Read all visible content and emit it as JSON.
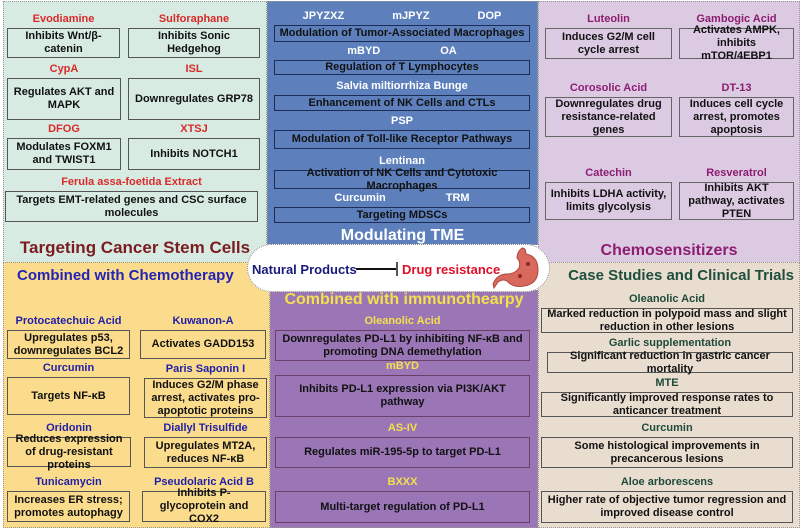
{
  "center": {
    "left_label": "Natural Products",
    "right_label": "Drug resistance",
    "inhibit_arrow_icon": "inhibition-arrow",
    "stomach_icon": "stomach"
  },
  "panels": {
    "csc": {
      "title": "Targeting Cancer Stem Cells",
      "colors": {
        "bg": "#d8ebe3",
        "label": "#d92a2a",
        "title": "#7a1c22"
      },
      "items": [
        {
          "names": [
            "Evodiamine"
          ],
          "effect": "Inhibits Wnt/β-catenin"
        },
        {
          "names": [
            "Sulforaphane"
          ],
          "effect": "Inhibits Sonic Hedgehog"
        },
        {
          "names": [
            "CypA"
          ],
          "effect": "Regulates AKT and MAPK"
        },
        {
          "names": [
            "ISL"
          ],
          "effect": "Downregulates GRP78"
        },
        {
          "names": [
            "DFOG"
          ],
          "effect": "Modulates FOXM1 and TWIST1"
        },
        {
          "names": [
            "XTSJ"
          ],
          "effect": "Inhibits NOTCH1"
        },
        {
          "names": [
            "Ferula assa-foetida Extract"
          ],
          "effect": "Targets EMT-related genes and CSC surface molecules"
        }
      ]
    },
    "tme": {
      "title": "Modulating TME",
      "colors": {
        "bg": "#5d80bd",
        "label": "#ffffff",
        "title": "#ffffff"
      },
      "items": [
        {
          "names": [
            "JPYZXZ",
            "mJPYZ",
            "DOP"
          ],
          "effect": "Modulation of Tumor-Associated Macrophages"
        },
        {
          "names": [
            "mBYD",
            "OA"
          ],
          "effect": "Regulation of T Lymphocytes"
        },
        {
          "names": [
            "Salvia miltiorrhiza Bunge"
          ],
          "effect": "Enhancement of NK Cells and CTLs"
        },
        {
          "names": [
            "PSP"
          ],
          "effect": "Modulation of Toll-like Receptor Pathways"
        },
        {
          "names": [
            "Lentinan"
          ],
          "effect": "Activation of NK Cells and Cytotoxic Macrophages"
        },
        {
          "names": [
            "Curcumin",
            "TRM"
          ],
          "effect": "Targeting MDSCs"
        }
      ]
    },
    "chemo_sens": {
      "title": "Chemosensitizers",
      "colors": {
        "bg": "#dccae2",
        "label": "#8c1d70",
        "title": "#8c1d70"
      },
      "items": [
        {
          "names": [
            "Luteolin"
          ],
          "effect": "Induces G2/M cell cycle arrest"
        },
        {
          "names": [
            "Gambogic Acid"
          ],
          "effect": "Activates AMPK, inhibits mTOR/4EBP1"
        },
        {
          "names": [
            "Corosolic Acid"
          ],
          "effect": "Downregulates drug resistance-related genes"
        },
        {
          "names": [
            "DT-13"
          ],
          "effect": "Induces cell cycle arrest, promotes apoptosis"
        },
        {
          "names": [
            "Catechin"
          ],
          "effect": "Inhibits LDHA activity, limits glycolysis"
        },
        {
          "names": [
            "Resveratrol"
          ],
          "effect": "Inhibits AKT pathway, activates PTEN"
        }
      ]
    },
    "chemo": {
      "title": "Combined with Chemotherapy",
      "colors": {
        "bg": "#fbdc8c",
        "label": "#1f1fa8",
        "title": "#2424b4"
      },
      "items": [
        {
          "names": [
            "Protocatechuic Acid"
          ],
          "effect": "Upregulates p53, downregulates BCL2"
        },
        {
          "names": [
            "Kuwanon-A"
          ],
          "effect": "Activates GADD153"
        },
        {
          "names": [
            "Curcumin"
          ],
          "effect": "Targets NF-κB"
        },
        {
          "names": [
            "Paris Saponin I"
          ],
          "effect": "Induces G2/M phase arrest, activates pro-apoptotic proteins"
        },
        {
          "names": [
            "Oridonin"
          ],
          "effect": "Reduces expression of drug-resistant proteins"
        },
        {
          "names": [
            "Diallyl Trisulfide"
          ],
          "effect": "Upregulates MT2A, reduces NF-κB"
        },
        {
          "names": [
            "Tunicamycin"
          ],
          "effect": "Increases ER stress; promotes autophagy"
        },
        {
          "names": [
            "Pseudolaric Acid B"
          ],
          "effect": "Inhibits P-glycoprotein and COX2"
        }
      ]
    },
    "immuno": {
      "title": "Combined with immunothearpy",
      "colors": {
        "bg": "#9a76b6",
        "label": "#f5e04c",
        "title": "#f5e04c"
      },
      "items": [
        {
          "names": [
            "Oleanolic Acid"
          ],
          "effect": "Downregulates PD-L1 by inhibiting NF-κB and promoting DNA demethylation"
        },
        {
          "names": [
            "mBYD"
          ],
          "effect": "Inhibits PD-L1 expression via PI3K/AKT pathway"
        },
        {
          "names": [
            "AS-IV"
          ],
          "effect": "Regulates miR-195-5p to target PD-L1"
        },
        {
          "names": [
            "BXXX"
          ],
          "effect": "Multi-target regulation of PD-L1"
        }
      ]
    },
    "clinical": {
      "title": "Case Studies and Clinical Trials",
      "colors": {
        "bg": "#e9ddd0",
        "label": "#1f4a3a",
        "title": "#1f4f3c"
      },
      "items": [
        {
          "names": [
            "Oleanolic Acid"
          ],
          "effect": "Marked reduction in polypoid mass and slight reduction in other lesions"
        },
        {
          "names": [
            "Garlic supplementation"
          ],
          "effect": "Significant reduction in gastric cancer mortality"
        },
        {
          "names": [
            "MTE"
          ],
          "effect": "Significantly improved response rates to anticancer treatment"
        },
        {
          "names": [
            "Curcumin"
          ],
          "effect": "Some histological improvements in precancerous lesions"
        },
        {
          "names": [
            "Aloe arborescens"
          ],
          "effect": "Higher rate of objective tumor regression and improved disease control"
        }
      ]
    }
  }
}
